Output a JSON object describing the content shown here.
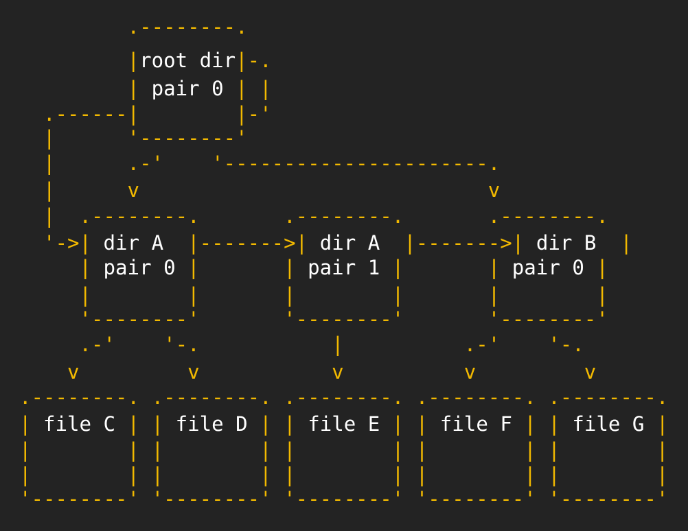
{
  "colors": {
    "background": "#232323",
    "lines": "#f2b900",
    "text": "#ffffff"
  },
  "nodes": {
    "root_dir": {
      "name": "root dir",
      "pair": "pair 0"
    },
    "dir_a_pair0": {
      "name": "dir A",
      "pair": "pair 0"
    },
    "dir_a_pair1": {
      "name": "dir A",
      "pair": "pair 1"
    },
    "dir_b_pair0": {
      "name": "dir B",
      "pair": "pair 0"
    },
    "file_c": {
      "name": "file C"
    },
    "file_d": {
      "name": "file D"
    },
    "file_e": {
      "name": "file E"
    },
    "file_f": {
      "name": "file F"
    },
    "file_g": {
      "name": "file G"
    }
  },
  "edges": [
    {
      "from": "root dir",
      "to": "root dir"
    },
    {
      "from": "root dir",
      "to": "dir A pair 0"
    },
    {
      "from": "root dir",
      "to": "dir B pair 0"
    },
    {
      "from": "dir A pair 0",
      "to": "dir A pair 1"
    },
    {
      "from": "dir A pair 1",
      "to": "dir B pair 0"
    },
    {
      "from": "dir A pair 0",
      "to": "file C"
    },
    {
      "from": "dir A pair 0",
      "to": "file D"
    },
    {
      "from": "dir A pair 1",
      "to": "file E"
    },
    {
      "from": "dir B pair 0",
      "to": "file F"
    },
    {
      "from": "dir B pair 0",
      "to": "file G"
    }
  ]
}
